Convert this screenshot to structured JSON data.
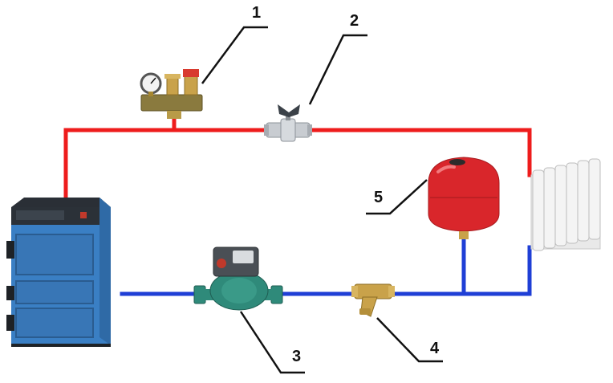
{
  "callouts": [
    {
      "id": "1",
      "label": "1"
    },
    {
      "id": "2",
      "label": "2"
    },
    {
      "id": "3",
      "label": "3"
    },
    {
      "id": "4",
      "label": "4"
    },
    {
      "id": "5",
      "label": "5"
    }
  ],
  "colors": {
    "supply_pipe": "#ee1c1c",
    "return_pipe": "#1f3fd6",
    "boiler_body": "#3a7fc4",
    "expansion_tank": "#d9262b",
    "pump_body": "#2f8a7a",
    "brass": "#c9a24a",
    "radiator": "#eeeeee"
  },
  "icons": {
    "boiler": "solid-fuel-boiler-icon",
    "safety_group": "safety-group-icon",
    "ball_valve": "ball-valve-icon",
    "pump": "circulation-pump-icon",
    "filter": "y-strainer-icon",
    "expansion_tank": "expansion-tank-icon",
    "radiator": "radiator-icon"
  }
}
